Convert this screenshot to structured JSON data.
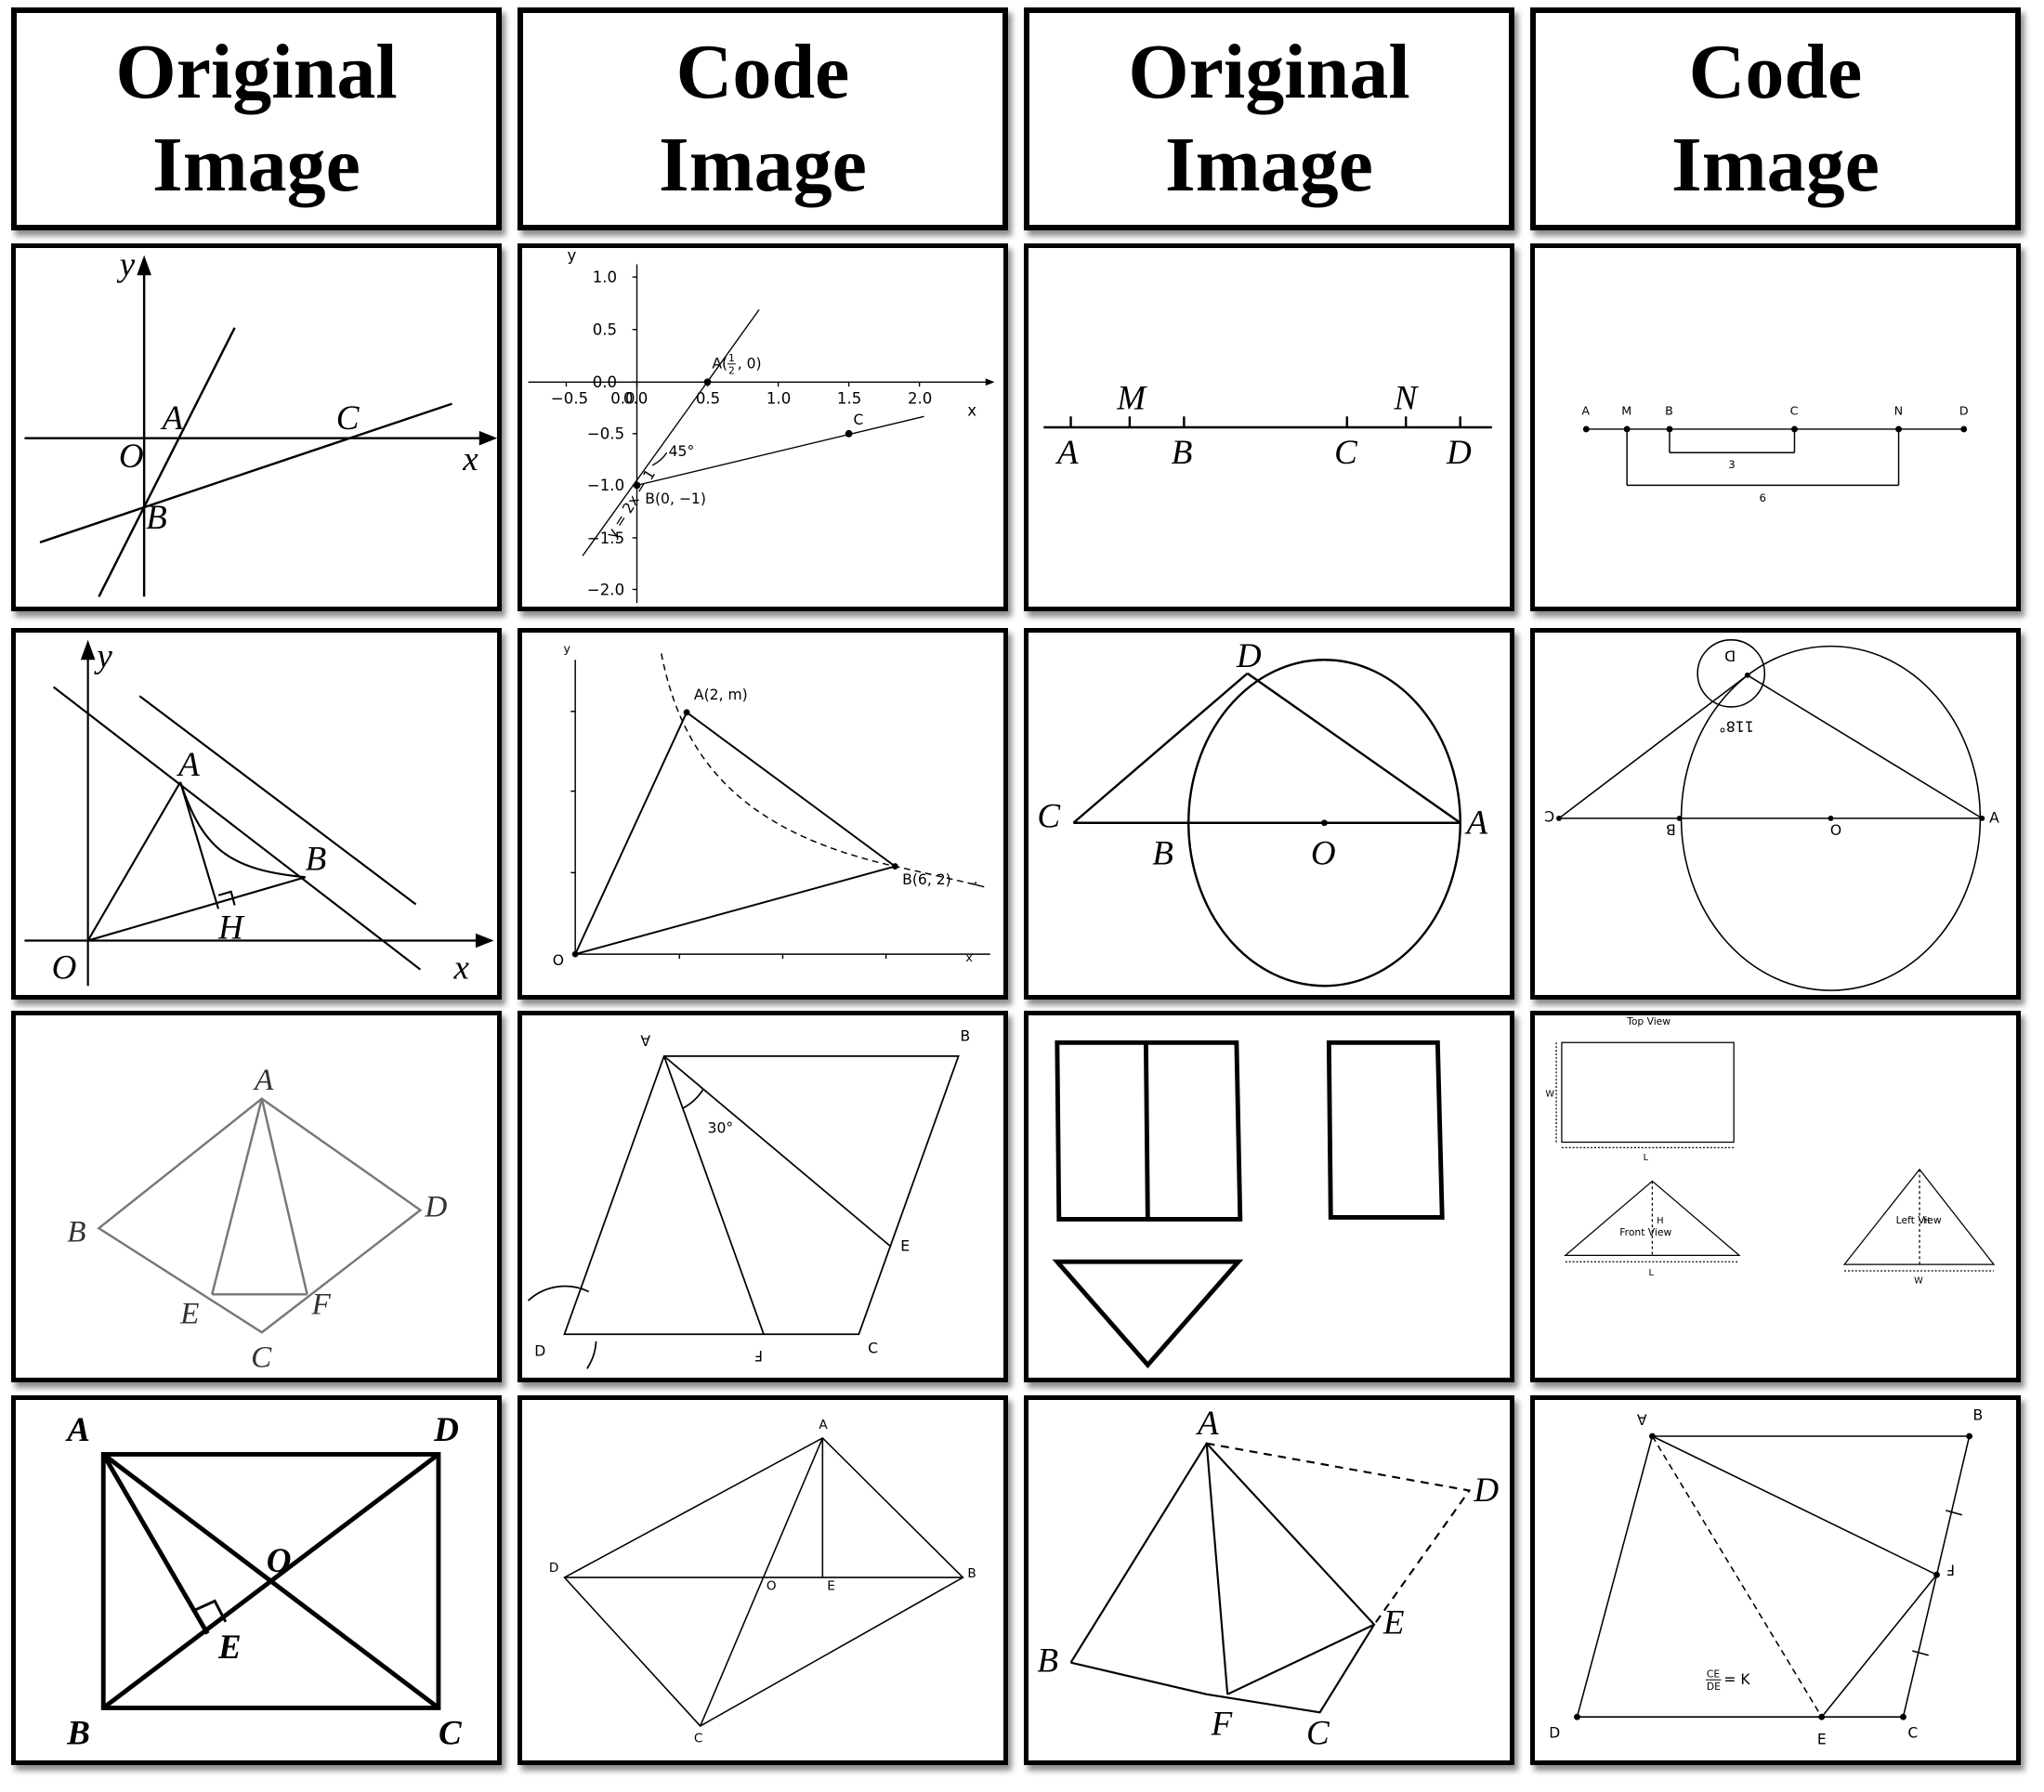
{
  "headers": [
    {
      "line1": "Original",
      "line2": "Image"
    },
    {
      "line1": "Code",
      "line2": "Image"
    },
    {
      "line1": "Original",
      "line2": "Image"
    },
    {
      "line1": "Code",
      "line2": "Image"
    }
  ],
  "r1c1": {
    "y": "y",
    "x": "x",
    "O": "O",
    "A": "A",
    "B": "B",
    "C": "C"
  },
  "r1c2": {
    "y": "y",
    "x": "x",
    "yticks": [
      "1.0",
      "0.5",
      "0.0",
      "−0.5",
      "−1.0",
      "−1.5",
      "−2.0"
    ],
    "xticks": [
      "−0.5",
      "0.0",
      "0.5",
      "1.0",
      "1.5",
      "2.0"
    ],
    "xzero": "0.0",
    "pointA": "A(",
    "halfNum": "1",
    "halfDen": "2",
    "pointA_tail": ", 0)",
    "pointB": "B(0, −1)",
    "pointC": "C",
    "angle": "45°",
    "lineLabel": "y = 2x − 1"
  },
  "r1c3": {
    "M": "M",
    "N": "N",
    "A": "A",
    "B": "B",
    "C": "C",
    "D": "D"
  },
  "r1c4": {
    "A": "A",
    "M": "M",
    "B": "B",
    "C": "C",
    "N": "N",
    "D": "D",
    "len3": "3",
    "len6": "6"
  },
  "r2c1": {
    "y": "y",
    "x": "x",
    "O": "O",
    "A": "A",
    "B": "B",
    "H": "H"
  },
  "r2c2": {
    "y": "y",
    "x": "x",
    "O": "O",
    "A": "A(2, m)",
    "B": "B(6, 2)"
  },
  "r2c3": {
    "D": "D",
    "C": "C",
    "B": "B",
    "O": "O",
    "A": "A"
  },
  "r2c4": {
    "D": "D",
    "angle": "118°",
    "C": "C",
    "B": "B",
    "O": "O",
    "A": "A"
  },
  "r3c1": {
    "A": "A",
    "B": "B",
    "D": "D",
    "E": "E",
    "F": "F",
    "C": "C"
  },
  "r3c2": {
    "A": "A",
    "B": "B",
    "angle": "30°",
    "E": "E",
    "D": "D",
    "F": "F",
    "C": "C"
  },
  "r3c4": {
    "top": "Top View",
    "front": "Front View",
    "left": "Left View",
    "W": "W",
    "L": "L",
    "H": "H",
    "L2": "L",
    "H2": "H",
    "W2": "W"
  },
  "r4c1": {
    "A": "A",
    "D": "D",
    "O": "O",
    "E": "E",
    "B": "B",
    "C": "C"
  },
  "r4c2": {
    "A": "A",
    "D": "D",
    "O": "O",
    "E": "E",
    "B": "B",
    "C": "C"
  },
  "r4c3": {
    "A": "A",
    "D": "D",
    "E": "E",
    "B": "B",
    "F": "F",
    "C": "C"
  },
  "r4c4": {
    "A": "A",
    "B": "B",
    "F": "F",
    "D": "D",
    "E": "E",
    "C": "C",
    "ratioNum": "CE",
    "ratioDen": "DE",
    "ratioTail": "= K"
  }
}
